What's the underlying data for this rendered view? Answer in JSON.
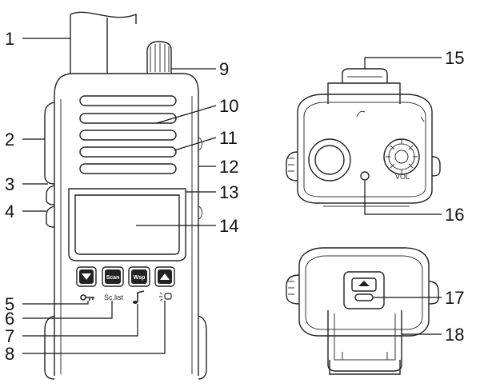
{
  "callouts": [
    "1",
    "2",
    "3",
    "4",
    "5",
    "6",
    "7",
    "8",
    "9",
    "10",
    "11",
    "12",
    "13",
    "14",
    "15",
    "16",
    "17",
    "18"
  ],
  "keypad": {
    "key1_icon": "down-arrow-icon",
    "key2_label": "Scan",
    "key3_label": "Wsp",
    "key4_icon": "up-arrow-icon",
    "sub_labels": {
      "key_lock_icon": "key-icon",
      "scan_list": "Sc.list",
      "music_icon": "music-note-icon",
      "lamp_icon": "lamp-icon"
    }
  },
  "top_view": {
    "knob_label": "VOL"
  }
}
